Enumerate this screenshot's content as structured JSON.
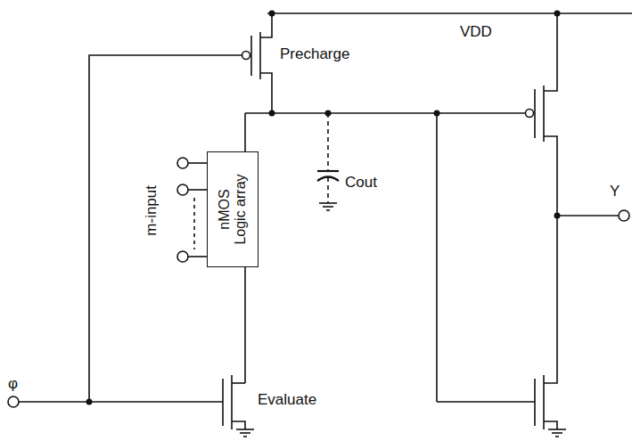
{
  "diagram": {
    "nodes": [
      {
        "text": [
          "nMOS Logic array"
        ]
      }
    ],
    "labels": [
      "Precharge",
      "VDD",
      "Cout",
      "m-input",
      "Y",
      "φ",
      "Evaluate"
    ]
  }
}
